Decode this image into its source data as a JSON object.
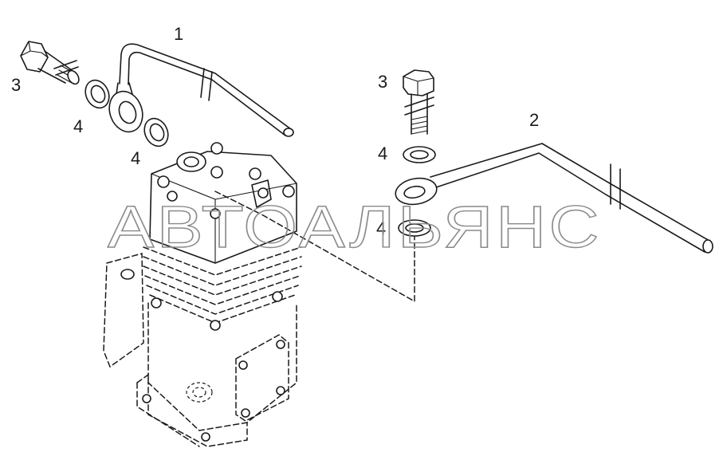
{
  "callouts": {
    "pipe_1": "1",
    "pipe_2": "2",
    "bolt_left": "3",
    "bolt_right": "3",
    "washer_left_top": "4",
    "washer_left_bottom": "4",
    "washer_right_top": "4",
    "washer_right_bottom": "4"
  },
  "watermark": "АВТОАЛЬЯНС",
  "colors": {
    "ink": "#1a1a1a",
    "watermark": "#8a8a8a",
    "background": "#ffffff"
  }
}
